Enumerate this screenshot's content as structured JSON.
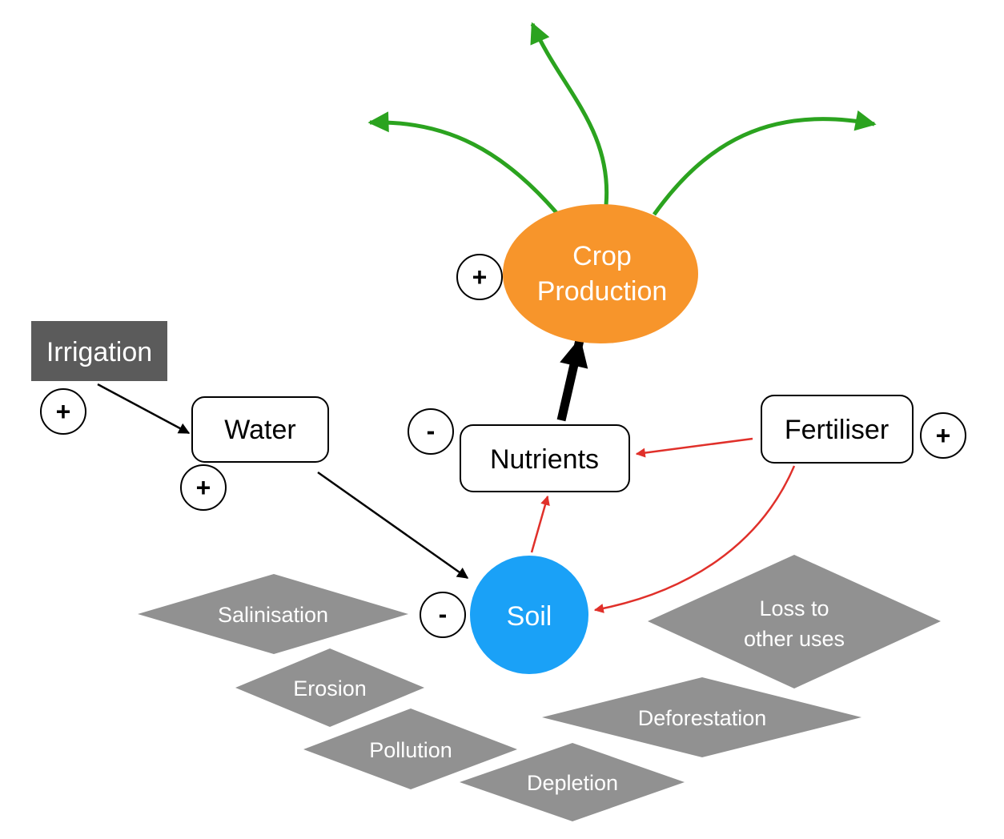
{
  "nodes": {
    "irrigation": "Irrigation",
    "water": "Water",
    "nutrients": "Nutrients",
    "fertiliser": "Fertiliser",
    "soil": "Soil",
    "crop_line1": "Crop",
    "crop_line2": "Production"
  },
  "signs": {
    "irrigation": "+",
    "water": "+",
    "nutrients": "-",
    "fertiliser": "+",
    "soil": "-",
    "crop": "+"
  },
  "threats": {
    "salinisation": "Salinisation",
    "erosion": "Erosion",
    "pollution": "Pollution",
    "depletion": "Depletion",
    "deforestation": "Deforestation",
    "loss_line1": "Loss to",
    "loss_line2": "other uses"
  },
  "colors": {
    "crop_fill": "#F7952B",
    "soil_fill": "#1AA1F7",
    "irrigation_fill": "#5B5B5B",
    "threat_fill": "#919191",
    "green_arrow": "#2BA31F",
    "red_arrow": "#E0302A",
    "black_arrow": "#000000"
  }
}
